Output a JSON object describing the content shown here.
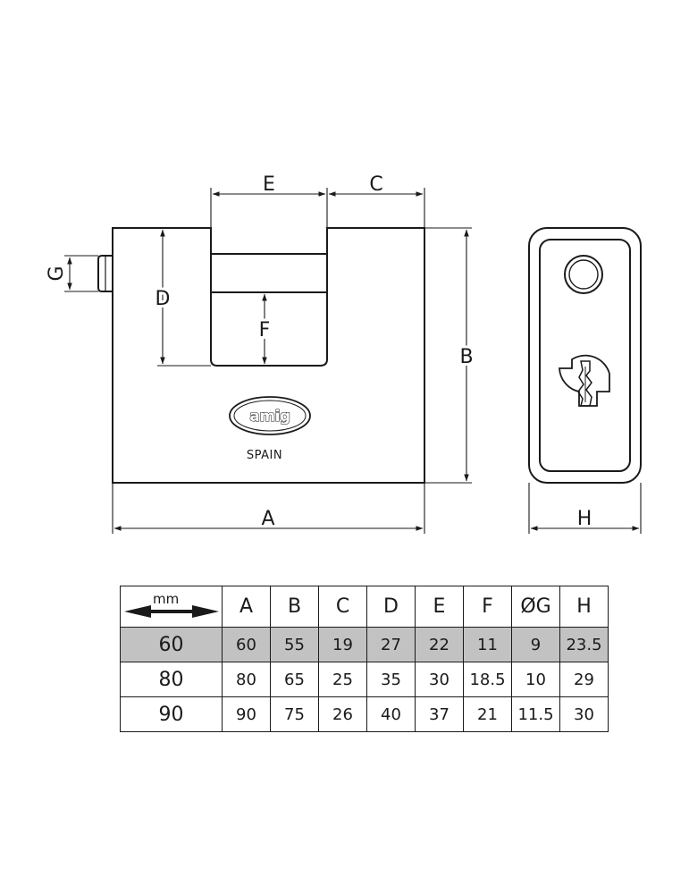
{
  "diagram": {
    "dimension_labels": {
      "A": "A",
      "B": "B",
      "C": "C",
      "D": "D",
      "E": "E",
      "F": "F",
      "G": "G",
      "H": "H"
    },
    "logo_text": "amig",
    "brand_country": "SPAIN"
  },
  "table": {
    "unit_label": "mm",
    "headers": [
      "A",
      "B",
      "C",
      "D",
      "E",
      "F",
      "ØG",
      "H"
    ],
    "rows": [
      {
        "model": "60",
        "values": [
          "60",
          "55",
          "19",
          "27",
          "22",
          "11",
          "9",
          "23.5"
        ],
        "highlight": true
      },
      {
        "model": "80",
        "values": [
          "80",
          "65",
          "25",
          "35",
          "30",
          "18.5",
          "10",
          "29"
        ],
        "highlight": false
      },
      {
        "model": "90",
        "values": [
          "90",
          "75",
          "26",
          "40",
          "37",
          "21",
          "11.5",
          "30"
        ],
        "highlight": false
      }
    ],
    "colors": {
      "highlight_row": "#c2c2c2",
      "line": "#1a1a1a"
    }
  }
}
